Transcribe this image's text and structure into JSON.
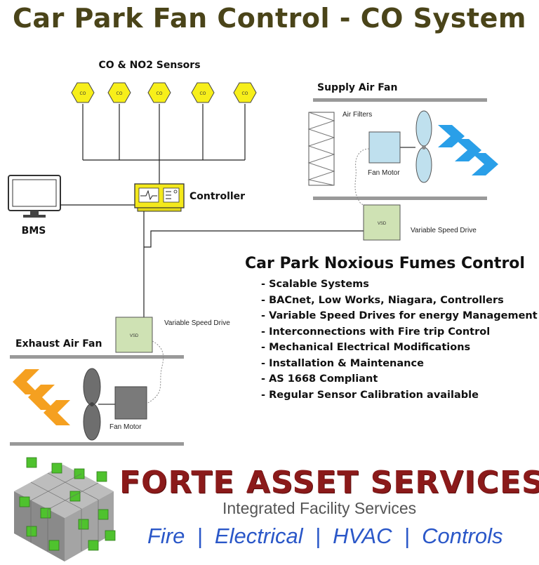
{
  "title": "Car Park Fan Control - CO System",
  "sensors": {
    "heading": "CO & NO2 Sensors",
    "items": [
      "CO",
      "CO",
      "CO",
      "CO",
      "CO"
    ]
  },
  "controller_label": "Controller",
  "bms_label": "BMS",
  "supply": {
    "heading": "Supply Air Fan",
    "filters_label": "Air Filters",
    "motor_label": "Fan Motor",
    "vsd_text": "VSD",
    "vsd_label": "Variable Speed Drive",
    "arrow_color": "#2a9fe8"
  },
  "exhaust": {
    "heading": "Exhaust Air Fan",
    "motor_label": "Fan Motor",
    "vsd_text": "VSD",
    "vsd_label": "Variable Speed Drive",
    "arrow_color": "#f5a020"
  },
  "fumes": {
    "title": "Car Park Noxious Fumes Control",
    "items": [
      "- Scalable Systems",
      "- BACnet, Low Works, Niagara, Controllers",
      "- Variable Speed Drives for energy Management",
      "- Interconnections with Fire trip Control",
      "- Mechanical Electrical Modifications",
      "- Installation & Maintenance",
      "- AS 1668 Compliant",
      "- Regular Sensor Calibration available"
    ]
  },
  "company": {
    "name": "FORTE ASSET SERVICES",
    "tagline": "Integrated Facility Services",
    "services": "Fire  |  Electrical  |  HVAC  |  Controls",
    "name_color": "#8b1a1a",
    "services_color": "#2a57c8"
  },
  "colors": {
    "sensor_yellow": "#f7ef1a",
    "controller_yellow": "#f4e91c",
    "vsd_green": "#cfe2b4",
    "motor_blue": "#bfe0ee",
    "exhaust_motor_grey": "#7a7a7a"
  }
}
